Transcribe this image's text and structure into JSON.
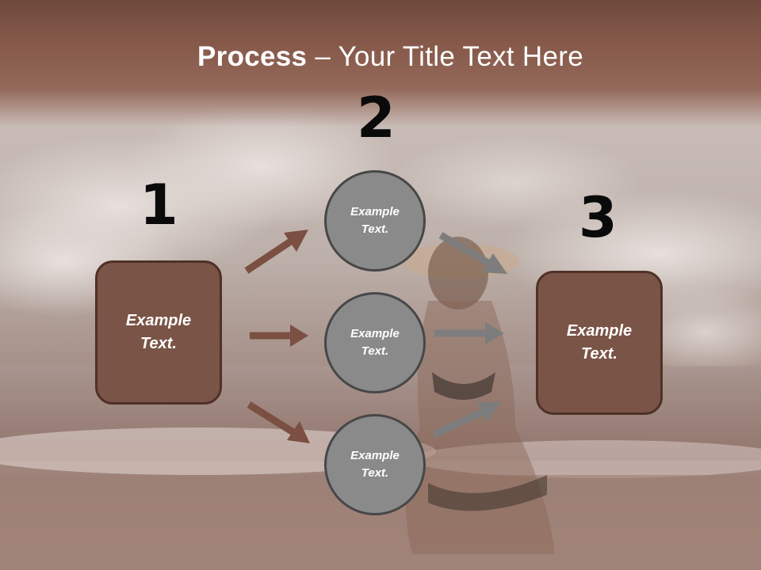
{
  "slide": {
    "title_bold": "Process",
    "title_rest": " – Your Title Text Here",
    "steps": [
      {
        "number": "1",
        "label_line1": "Example",
        "label_line2": "Text."
      },
      {
        "number": "2"
      },
      {
        "number": "3",
        "label_line1": "Example",
        "label_line2": "Text."
      }
    ],
    "circles": [
      {
        "label_line1": "Example",
        "label_line2": "Text."
      },
      {
        "label_line1": "Example",
        "label_line2": "Text."
      },
      {
        "label_line1": "Example",
        "label_line2": "Text."
      }
    ]
  },
  "colors": {
    "header": "#86594a",
    "box_fill": "#7a5446",
    "box_border": "#4f3128",
    "circle_fill": "#8a8a8a",
    "circle_border": "#474747",
    "arrow_brown": "#7b4f41",
    "arrow_gray": "#7d7d7d"
  }
}
